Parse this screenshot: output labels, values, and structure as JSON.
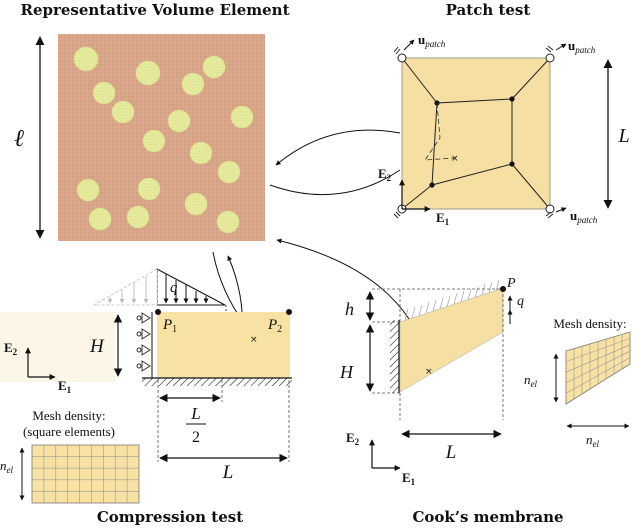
{
  "titles": {
    "rve": "Representative Volume Element",
    "patch": "Patch test",
    "compression": "Compression test",
    "cook": "Cook’s membrane"
  },
  "labels": {
    "ell": "ℓ",
    "L": "L",
    "H": "H",
    "h": "h",
    "q": "q",
    "P": "P",
    "P1": "P",
    "P1_sub": "1",
    "P2": "P",
    "P2_sub": "2",
    "u_patch": "u",
    "u_patch_sub": "patch",
    "E1": "E",
    "E1_sub": "1",
    "E2": "E",
    "E2_sub": "2",
    "L_half_num": "L",
    "L_half_den": "2",
    "mesh_density": "Mesh density:",
    "square_elements": "(square elements)",
    "n_el": "n",
    "n_el_sub": "el"
  },
  "colors": {
    "matrix": "#d9a68a",
    "inclusion": "#e6eb9e",
    "patch_fill": "#f5dfa2",
    "mesh_fill": "#f7e2a4",
    "panel_fill": "#fcf6e6"
  }
}
